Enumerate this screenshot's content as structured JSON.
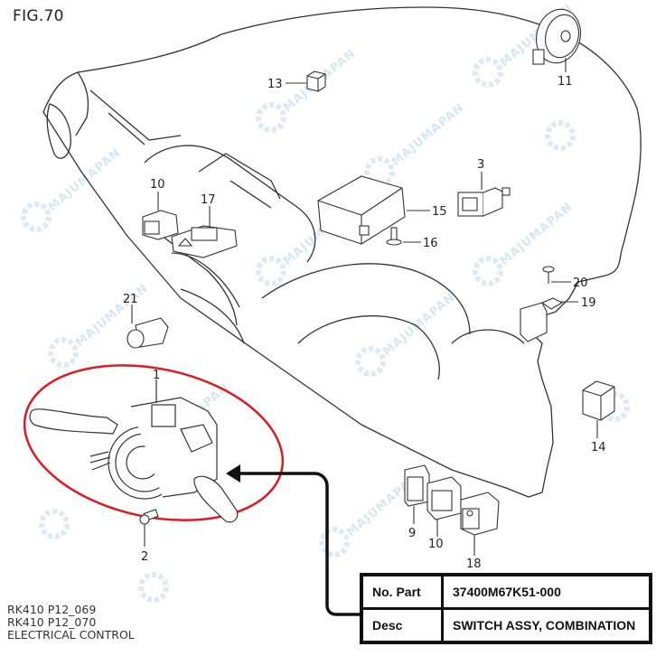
{
  "figure": {
    "title": "FIG.70",
    "footer_lines": [
      "RK410 P12_069",
      "RK410 P12_070",
      "ELECTRICAL CONTROL"
    ]
  },
  "watermark": {
    "text": "MAJUMAPAN",
    "color": "#cfe3f3"
  },
  "callouts": {
    "p1": "1",
    "p2": "2",
    "p3": "3",
    "p9": "9",
    "p10a": "10",
    "p10b": "10",
    "p11": "11",
    "p13": "13",
    "p14": "14",
    "p15": "15",
    "p16": "16",
    "p17": "17",
    "p18": "18",
    "p19": "19",
    "p20": "20",
    "p21": "21"
  },
  "highlight": {
    "ellipse_color": "#e0191f",
    "arrow_color": "#111111"
  },
  "part_table": {
    "rows": [
      {
        "label": "No. Part",
        "value": "37400M67K51-000"
      },
      {
        "label": "Desc",
        "value": "SWITCH ASSY, COMBINATION"
      }
    ]
  }
}
